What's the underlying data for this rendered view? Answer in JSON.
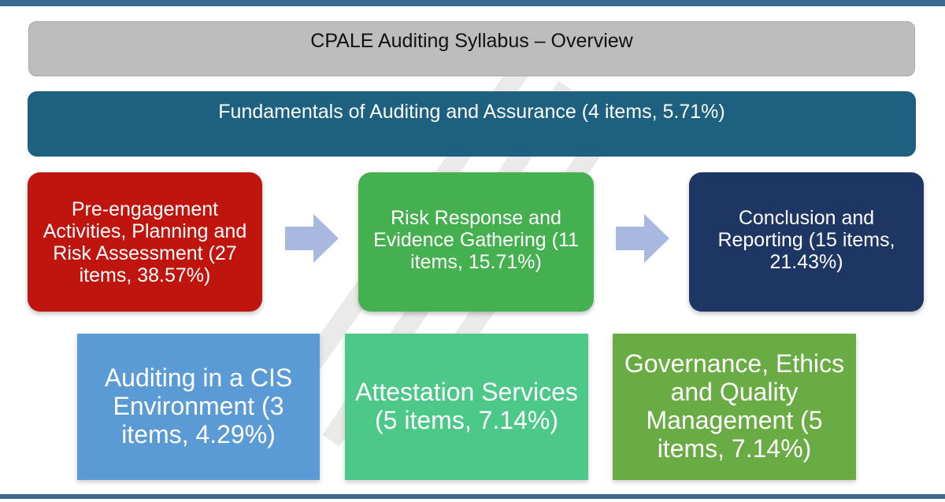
{
  "header": {
    "title": "CPALE Auditing Syllabus – Overview"
  },
  "fundamentals": {
    "label": "Fundamentals of Auditing and Assurance (4 items, 5.71%)"
  },
  "stages": [
    {
      "label": "Pre-engagement Activities, Planning and Risk Assessment (27 items, 38.57%)",
      "color": "#c0150e"
    },
    {
      "label": "Risk Response and Evidence Gathering (11 items, 15.71%)",
      "color": "#44b050"
    },
    {
      "label": "Conclusion and Reporting (15 items, 21.43%)",
      "color": "#1e3664"
    }
  ],
  "arrows": {
    "color": "#a9b8df",
    "icon": "right-arrow-icon"
  },
  "topics": [
    {
      "label": "Auditing in a CIS Environment (3 items, 4.29%)",
      "color": "#5b9bd5"
    },
    {
      "label": "Attestation Services (5 items, 7.14%)",
      "color": "#4cc889"
    },
    {
      "label": "Governance, Ethics and Quality Management (5 items, 7.14%)",
      "color": "#69ac44"
    }
  ],
  "accent": "#3d6a91"
}
